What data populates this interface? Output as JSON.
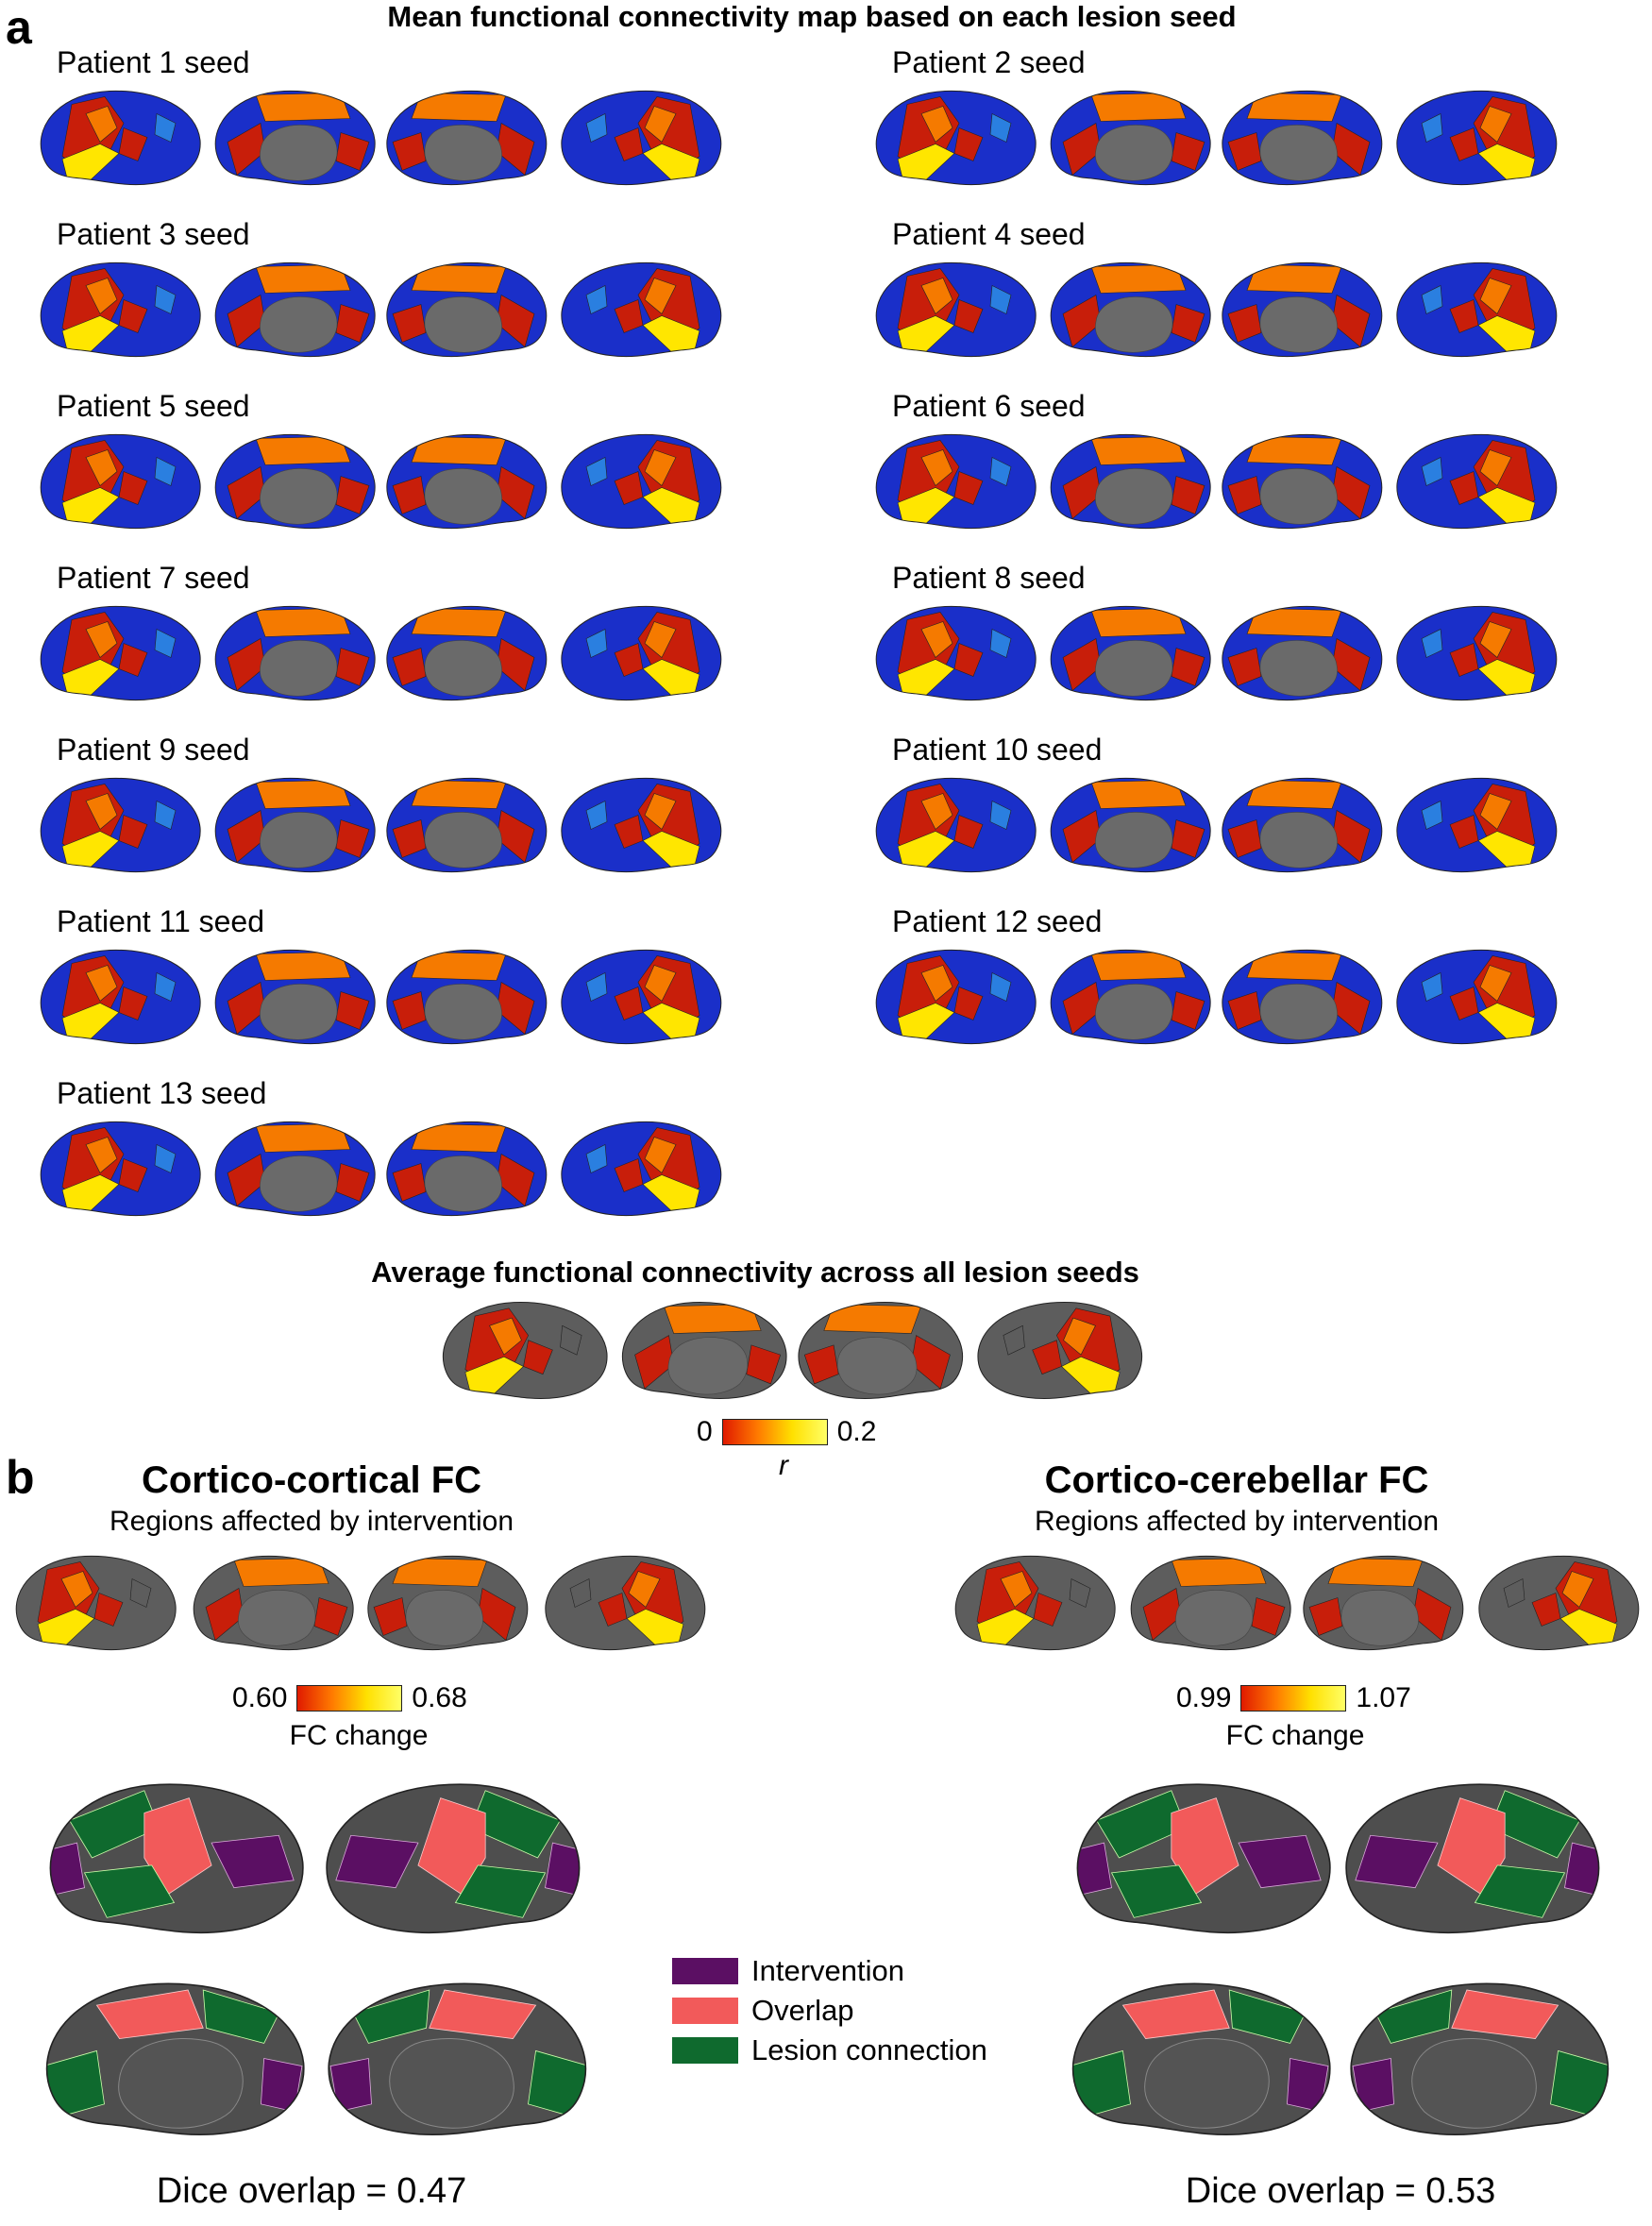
{
  "panel_a": {
    "letter": "a",
    "title": "Mean functional connectivity map based on each lesion seed",
    "patients": [
      "Patient 1 seed",
      "Patient 2 seed",
      "Patient 3 seed",
      "Patient 4 seed",
      "Patient 5 seed",
      "Patient 6 seed",
      "Patient 7 seed",
      "Patient 8 seed",
      "Patient 9 seed",
      "Patient 10 seed",
      "Patient 11 seed",
      "Patient 12 seed",
      "Patient 13 seed"
    ],
    "average_title": "Average functional connectivity across all lesion seeds",
    "colorbar": {
      "min": "0",
      "max": "0.2",
      "label": "r"
    }
  },
  "panel_b": {
    "letter": "b",
    "left": {
      "title": "Cortico-cortical FC",
      "subtitle": "Regions affected by intervention",
      "colorbar": {
        "min": "0.60",
        "max": "0.68",
        "label": "FC change"
      },
      "dice": "Dice overlap = 0.47"
    },
    "right": {
      "title": "Cortico-cerebellar FC",
      "subtitle": "Regions affected by intervention",
      "colorbar": {
        "min": "0.99",
        "max": "1.07",
        "label": "FC change"
      },
      "dice": "Dice overlap = 0.53"
    },
    "legend": [
      {
        "label": "Intervention",
        "color": "#5b0f63"
      },
      {
        "label": "Overlap",
        "color": "#f25a5a"
      },
      {
        "label": "Lesion connection",
        "color": "#0f6a2e"
      }
    ]
  },
  "colors": {
    "blue": "#1a2fc9",
    "red": "#c81e0a",
    "orange": "#f57a00",
    "yellow": "#ffe600",
    "gray": "#5d5d5d",
    "purple": "#5b0f63",
    "salmon": "#f25a5a",
    "green": "#0f6a2e"
  }
}
